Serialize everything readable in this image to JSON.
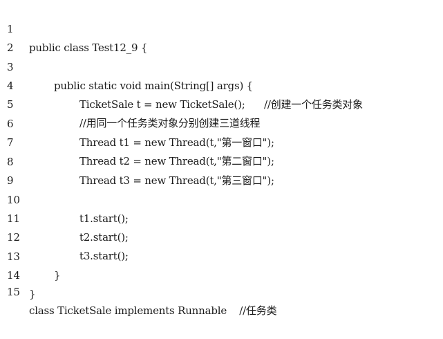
{
  "code": {
    "lines": [
      {
        "number": "1",
        "text": "public class Test12_9 {"
      },
      {
        "number": "2",
        "text": ""
      },
      {
        "number": "3",
        "text": "public static void main(String[] args) {"
      },
      {
        "number": "4",
        "text": "TicketSale t = new TicketSale();      //创建一个任务类对象"
      },
      {
        "number": "5",
        "text": "//用同一个任务类对象分别创建三道线程"
      },
      {
        "number": "6",
        "text": "Thread t1 = new Thread(t,\"第一窗口\");"
      },
      {
        "number": "7",
        "text": "Thread t2 = new Thread(t,\"第二窗口\");"
      },
      {
        "number": "8",
        "text": "Thread t3 = new Thread(t,\"第三窗口\");"
      },
      {
        "number": "9",
        "text": ""
      },
      {
        "number": "10",
        "text": "t1.start();"
      },
      {
        "number": "11",
        "text": "t2.start();"
      },
      {
        "number": "12",
        "text": "t3.start();"
      },
      {
        "number": "13",
        "text": "}"
      },
      {
        "number": "14",
        "text": "}"
      },
      {
        "number": "15",
        "text": "class TicketSale implements Runnable    //任务类"
      }
    ]
  }
}
